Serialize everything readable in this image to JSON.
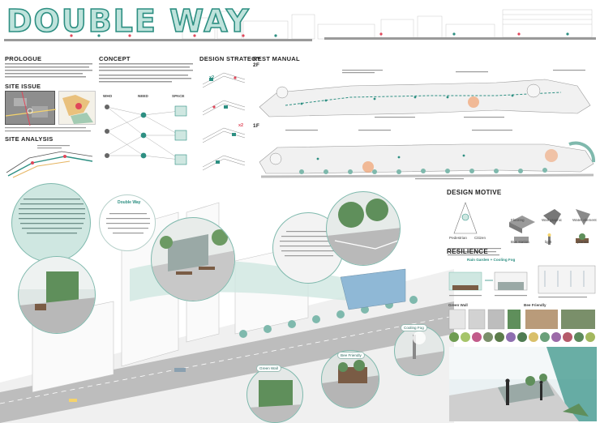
{
  "header": {
    "title": "DOUBLE WAY"
  },
  "sections": {
    "prologue": "PROLOGUE",
    "site_issue": "SITE ISSUE",
    "site_analysis": "SITE ANALYSIS",
    "concept": "CONCEPT",
    "design_strategy": "DESIGN STRATEGY",
    "rest_manual": "REST MANUAL",
    "design_motive": "DESIGN MOTIVE",
    "resilience": "RESILIENCE"
  },
  "concept": {
    "who": "WHO",
    "need": "NEED",
    "space": "SPACE"
  },
  "floors": {
    "f2": "2F",
    "f1": "1F"
  },
  "strategy": {
    "x2_a": "x2",
    "x2_b": "x2"
  },
  "motive": {
    "items": [
      "Pedestrian",
      "Citizen",
      "Flooring",
      "Wall graphic",
      "Water element",
      "Bus station",
      "light",
      "planter"
    ]
  },
  "resilience": {
    "subtitle": "Rain Garden + Cooling Fog",
    "green_wall": "Green Wall",
    "bee_friendly": "Bee Friendly"
  },
  "callouts": {
    "double_way": "Double Way",
    "cooling_fog": "Cooling Fog",
    "bee_friendly": "Bee Friendly",
    "green_wall": "Green Wall"
  },
  "palette": {
    "accent": "#2d8f82",
    "mint": "#cfe7e1",
    "title_fill": "#bfe3dc",
    "hot": "#f08a4b"
  }
}
